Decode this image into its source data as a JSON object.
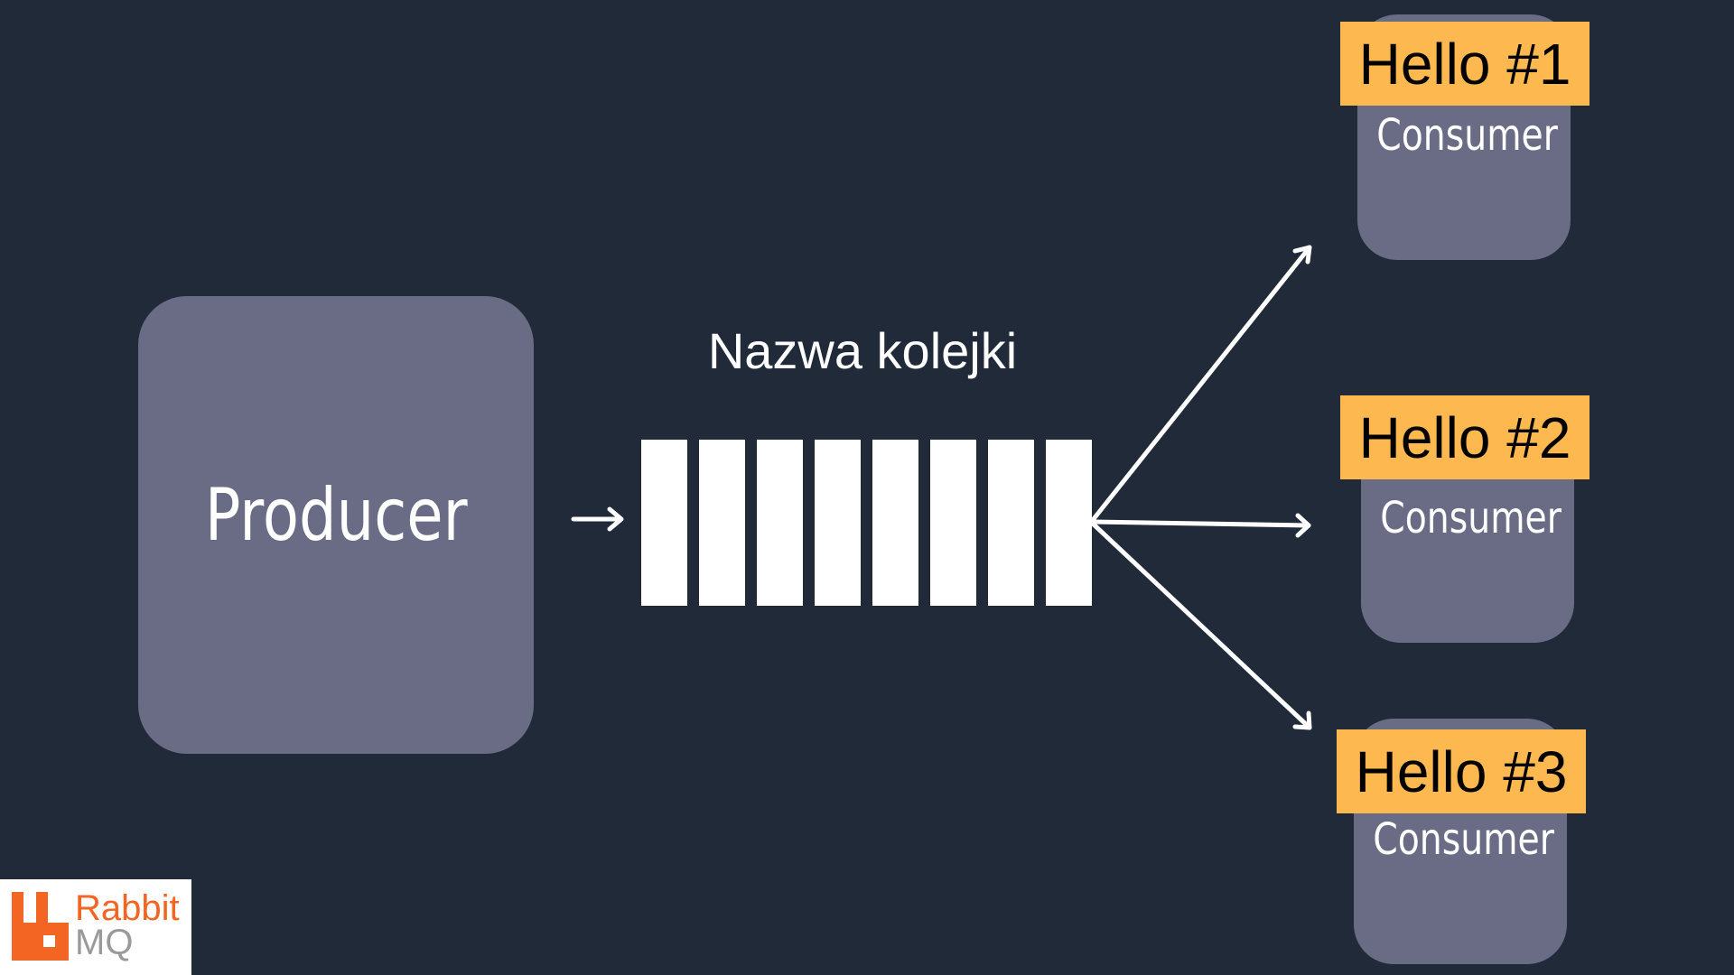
{
  "producer": {
    "label": "Producer"
  },
  "queue": {
    "name": "Nazwa kolejki",
    "slot_count": 8
  },
  "consumers": [
    {
      "tag": "Hello #1",
      "label": "Consumer"
    },
    {
      "tag": "Hello #2",
      "label": "Consumer"
    },
    {
      "tag": "Hello #3",
      "label": "Consumer"
    }
  ],
  "logo": {
    "line1": "Rabbit",
    "line2": "MQ"
  },
  "colors": {
    "background": "#202a38",
    "box": "#6a6c86",
    "tag": "#fdb84f",
    "arrow": "#ffffff",
    "logo_accent": "#f26522",
    "logo_muted": "#9a9a9a"
  }
}
